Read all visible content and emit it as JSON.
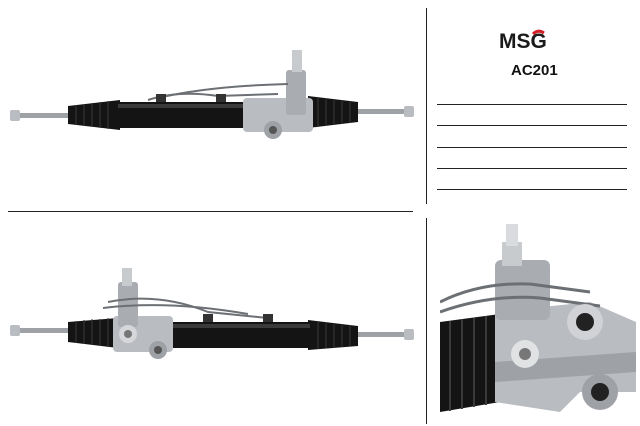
{
  "brand": {
    "name": "MSG",
    "text_color": "#1a1a1a",
    "accent_color": "#d21f26"
  },
  "part": {
    "code": "AC201"
  },
  "colors": {
    "rack_black": "#141414",
    "metal": "#b9bcc0",
    "metal_dark": "#7d8186",
    "line": "#222222"
  },
  "icons": [
    "steering-rack-photo-top",
    "steering-rack-photo-bottom",
    "steering-valve-closeup"
  ]
}
